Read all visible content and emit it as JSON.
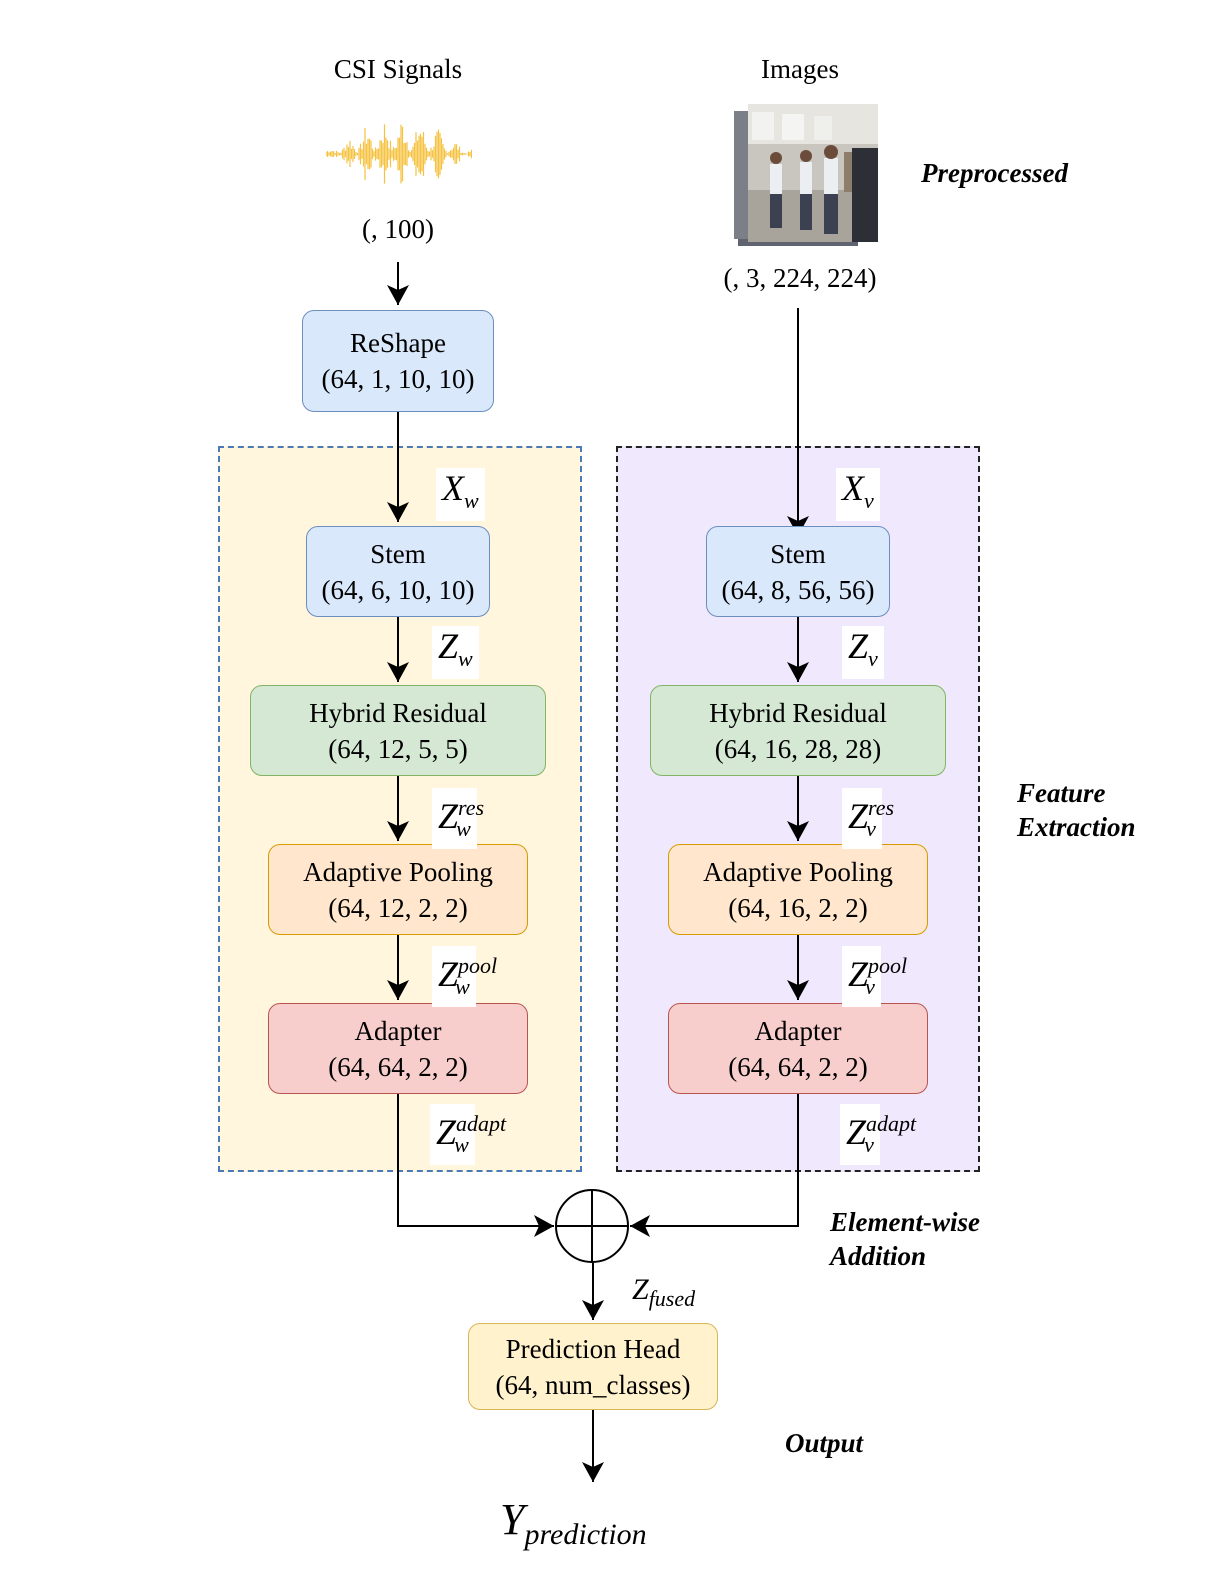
{
  "inputs": {
    "csi": {
      "title": "CSI Signals",
      "shape": "(, 100)",
      "color": "#f5c242"
    },
    "images": {
      "title": "Images",
      "shape": "(, 3, 224, 224)"
    }
  },
  "annotations": {
    "preprocessed": "Preprocessed",
    "feature_extraction": [
      "Feature",
      "Extraction"
    ],
    "elementwise_addition": [
      "Element-wise",
      "Addition"
    ],
    "output": "Output"
  },
  "csi_branch": {
    "reshape": {
      "title": "ReShape",
      "shape": "(64, 1, 10, 10)"
    },
    "stem": {
      "title": "Stem",
      "shape": "(64, 6, 10, 10)"
    },
    "hybrid_residual": {
      "title": "Hybrid Residual",
      "shape": "(64, 12, 5, 5)"
    },
    "adaptive_pooling": {
      "title": "Adaptive Pooling",
      "shape": "(64, 12, 2, 2)"
    },
    "adapter": {
      "title": "Adapter",
      "shape": "(64, 64, 2, 2)"
    },
    "symbols": {
      "x": {
        "base": "X",
        "sub": "w"
      },
      "z": {
        "base": "Z",
        "sub": "w"
      },
      "z_res": {
        "base": "Z",
        "sub": "w",
        "sup": "res"
      },
      "z_pool": {
        "base": "Z",
        "sub": "w",
        "sup": "pool"
      },
      "z_adapt": {
        "base": "Z",
        "sub": "w",
        "sup": "adapt"
      }
    }
  },
  "image_branch": {
    "stem": {
      "title": "Stem",
      "shape": "(64, 8, 56, 56)"
    },
    "hybrid_residual": {
      "title": "Hybrid Residual",
      "shape": "(64, 16, 28, 28)"
    },
    "adaptive_pooling": {
      "title": "Adaptive Pooling",
      "shape": "(64, 16, 2, 2)"
    },
    "adapter": {
      "title": "Adapter",
      "shape": "(64, 64, 2, 2)"
    },
    "symbols": {
      "x": {
        "base": "X",
        "sub": "v"
      },
      "z": {
        "base": "Z",
        "sub": "v"
      },
      "z_res": {
        "base": "Z",
        "sub": "v",
        "sup": "res"
      },
      "z_pool": {
        "base": "Z",
        "sub": "v",
        "sup": "pool"
      },
      "z_adapt": {
        "base": "Z",
        "sub": "v",
        "sup": "adapt"
      }
    }
  },
  "fusion": {
    "symbol": {
      "base": "Z",
      "sub": "fused"
    },
    "prediction_head": {
      "title": "Prediction Head",
      "shape": "(64, num_classes)"
    },
    "output_symbol": {
      "base": "Y",
      "sub": "prediction"
    }
  },
  "colors": {
    "csi_region_fill": "#fff6dd",
    "csi_region_border": "#4a7bb7",
    "image_region_fill": "#f0e8fd",
    "image_region_border": "#222222"
  }
}
